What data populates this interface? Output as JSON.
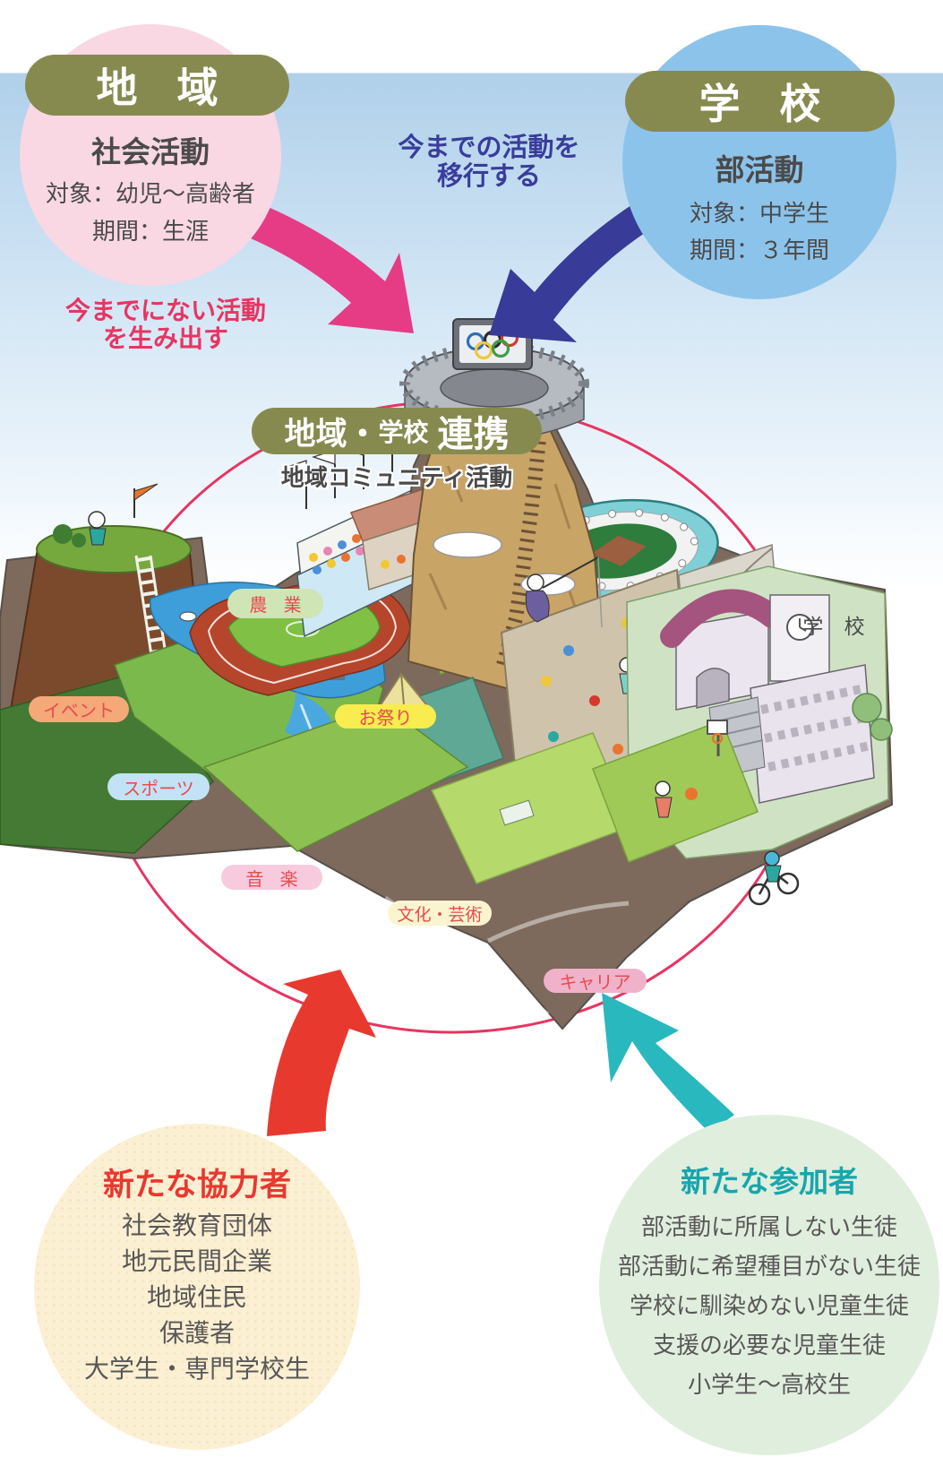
{
  "community": {
    "title": "地 域",
    "subtitle": "社会活動",
    "target": "対象：幼児～高齢者",
    "period": "期間：生涯",
    "circle_color": "#f9d7e3",
    "pill_color": "#878a4f"
  },
  "school": {
    "title": "学 校",
    "subtitle": "部活動",
    "target": "対象：中学生",
    "period": "期間：３年間",
    "circle_color": "#8cc3ea",
    "pill_color": "#878a4f"
  },
  "flow": {
    "create_line1": "今までにない活動",
    "create_line2": "を生み出す",
    "create_color": "#e73562",
    "transfer_line1": "今までの活動を",
    "transfer_line2": "移行する",
    "transfer_color": "#393d9b",
    "community_arrow_color": "#e53c85",
    "school_arrow_color": "#383b97",
    "contributors_arrow_color": "#e8392f",
    "participants_arrow_color": "#29b8be"
  },
  "collaboration": {
    "pill_part1": "地域・",
    "pill_part2": "学校",
    "pill_part3": "連携",
    "pill_color": "#878a4f",
    "subtitle": "地域コミュニティ活動",
    "ellipse_color": "#e73562"
  },
  "activities": [
    {
      "label": "農 業",
      "bg": "#cfe5b5",
      "text_color": "#e74b4f"
    },
    {
      "label": "イベント",
      "bg": "#f5a878",
      "text_color": "#e74b4f"
    },
    {
      "label": "スポーツ",
      "bg": "#c2e2f5",
      "text_color": "#e74b4f"
    },
    {
      "label": "お祭り",
      "bg": "#f8ec4e",
      "text_color": "#e74b4f"
    },
    {
      "label": "音 楽",
      "bg": "#f7cade",
      "text_color": "#e74b4f"
    },
    {
      "label": "文化・芸術",
      "bg": "#fbf5cf",
      "text_color": "#e74b4f"
    },
    {
      "label": "キャリア",
      "bg": "#f0b2ca",
      "text_color": "#e74b4f"
    }
  ],
  "illustration": {
    "school_area_label": "学 校",
    "olympic_rings": [
      "#2e6fb7",
      "#2b2b2b",
      "#d6382c",
      "#f0c63c",
      "#3f9c48"
    ]
  },
  "contributors": {
    "title": "新たな協力者",
    "title_color": "#e8382f",
    "circle_color": "#fbf0d3",
    "items": [
      "社会教育団体",
      "地元民間企業",
      "地域住民",
      "保護者",
      "大学生・専門学校生"
    ]
  },
  "participants": {
    "title": "新たな参加者",
    "title_color": "#17a6ac",
    "circle_color": "#e0eede",
    "items": [
      "部活動に所属しない生徒",
      "部活動に希望種目がない生徒",
      "学校に馴染めない児童生徒",
      "支援の必要な児童生徒",
      "小学生～高校生"
    ]
  }
}
